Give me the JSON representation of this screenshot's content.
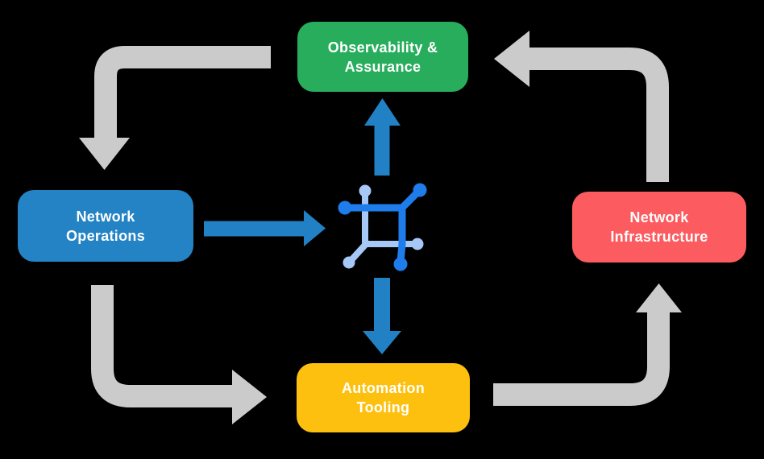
{
  "nodes": {
    "observability": {
      "label": "Observability &\nAssurance",
      "color": "#28AD5C"
    },
    "operations": {
      "label": "Network\nOperations",
      "color": "#2383C4"
    },
    "infrastructure": {
      "label": "Network\nInfrastructure",
      "color": "#FC5B5F"
    },
    "automation": {
      "label": "Automation\nTooling",
      "color": "#FEC00F"
    }
  },
  "colors": {
    "background": "#000000",
    "label_text": "#FFFFFF",
    "arrow_gray": "#CBCBCB",
    "arrow_blue": "#2181C4",
    "icon_dark_blue": "#1F7CEB",
    "icon_light_blue": "#A6C8F7"
  },
  "flows": [
    {
      "from": "observability",
      "to": "operations",
      "style": "gray-elbow"
    },
    {
      "from": "operations",
      "to": "automation",
      "style": "gray-elbow"
    },
    {
      "from": "automation",
      "to": "infrastructure",
      "style": "gray-elbow"
    },
    {
      "from": "infrastructure",
      "to": "observability",
      "style": "gray-elbow"
    },
    {
      "from": "operations",
      "to": "center-icon",
      "style": "blue-straight"
    },
    {
      "from": "center-icon",
      "to": "observability",
      "style": "blue-straight"
    },
    {
      "from": "center-icon",
      "to": "automation",
      "style": "blue-straight"
    }
  ],
  "center_icon": {
    "name": "network-mesh-icon"
  }
}
